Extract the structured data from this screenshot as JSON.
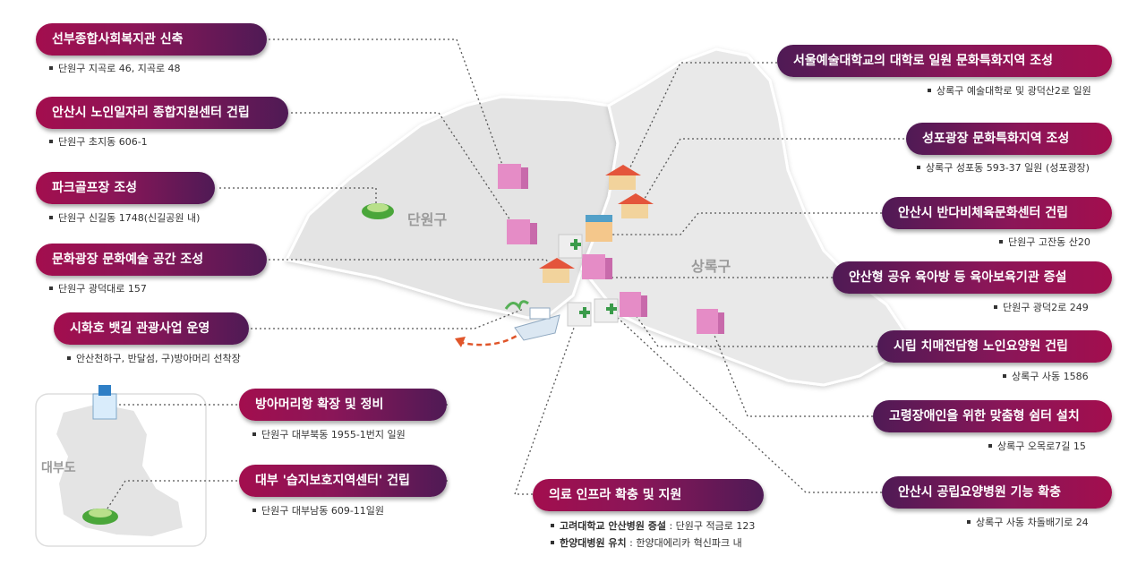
{
  "regions": {
    "danwon": "단원구",
    "sangnok": "상록구",
    "daebu": "대부도"
  },
  "left_items": [
    {
      "title": "선부종합사회복지관  신축",
      "sub": "단원구 지곡로 46, 지곡로 48"
    },
    {
      "title": "안산시 노인일자리 종합지원센터 건립",
      "sub": "단원구 초지동 606-1"
    },
    {
      "title": "파크골프장 조성",
      "sub": "단원구 신길동 1748(신길공원 내)"
    },
    {
      "title": "문화광장 문화예술 공간 조성",
      "sub": "단원구 광덕대로 157"
    },
    {
      "title": "시화호 뱃길 관광사업 운영",
      "sub": "안산천하구, 반달섬, 구)방아머리 선착장"
    },
    {
      "title": "방아머리항 확장 및 정비",
      "sub": "단원구 대부북동 1955-1번지 일원"
    },
    {
      "title": "대부 '습지보호지역센터' 건립",
      "sub": "단원구 대부남동 609-11일원"
    }
  ],
  "right_items": [
    {
      "title": "서울예술대학교의 대학로 일원 문화특화지역 조성",
      "sub": "상록구 예술대학로 및 광덕산2로 일원"
    },
    {
      "title": "성포광장 문화특화지역 조성",
      "sub": "상록구 성포동 593-37 일원 (성포광장)"
    },
    {
      "title": "안산시 반다비체육문화센터 건립",
      "sub": "단원구 고잔동 산20"
    },
    {
      "title": "안산형 공유 육아방 등 육아보육기관 증설",
      "sub": "단원구 광덕2로 249"
    },
    {
      "title": "시립 치매전담형 노인요양원 건립",
      "sub": "상록구 사동 1586"
    },
    {
      "title": "고령장애인을 위한 맞춤형 쉼터 설치",
      "sub": "상록구 오목로7길 15"
    },
    {
      "title": "안산시 공립요양병원 기능 확충",
      "sub": "상록구 사동 차돌배기로 24"
    }
  ],
  "bottom_item": {
    "title": "의료 인프라 확충 및 지원",
    "lines": [
      {
        "bold": "고려대학교 안산병원 증설",
        "rest": " : 단원구 적금로 123"
      },
      {
        "bold": "한양대병원 유치",
        "rest": " : 한양대에리카 혁신파크 내"
      }
    ]
  },
  "colors": {
    "pill_crimson": "#a30e4e",
    "pill_purple": "#4f1a55",
    "map_fill": "#e3e3e3",
    "route_arrow": "#e0552a"
  },
  "icons": [
    "building-icon",
    "house-icon",
    "hospital-icon",
    "park-icon",
    "boat-icon",
    "port-icon"
  ]
}
